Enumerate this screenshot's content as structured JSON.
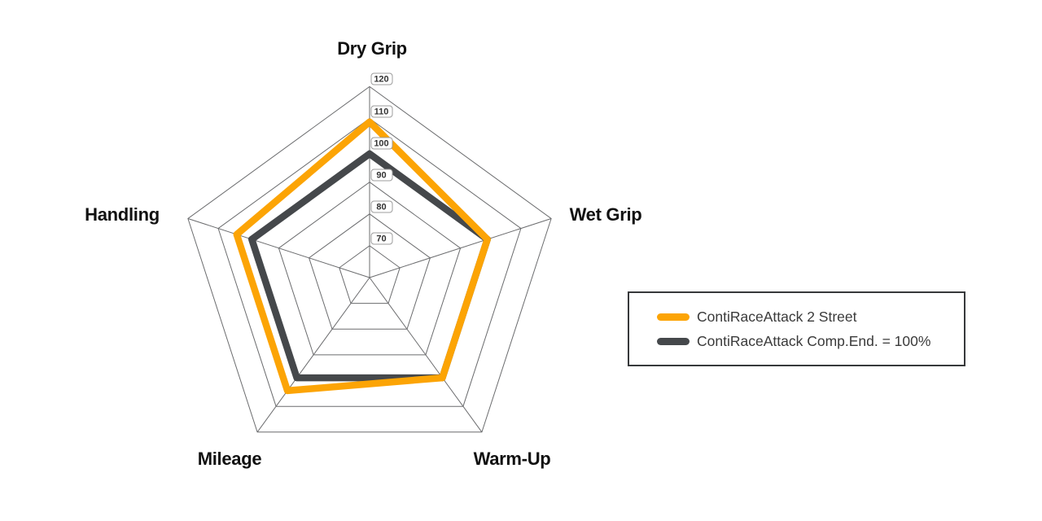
{
  "chart_data": {
    "type": "radar",
    "categories": [
      "Dry Grip",
      "Wet Grip",
      "Warm-Up",
      "Mileage",
      "Handling"
    ],
    "ticks": [
      70,
      80,
      90,
      100,
      110,
      120
    ],
    "axis_range": [
      60,
      120
    ],
    "grid_shape": "pentagon",
    "grid_color": "#6b6c6e",
    "series": [
      {
        "name": "ContiRaceAttack 2 Street",
        "color": "#FCA405",
        "values": [
          110,
          100,
          100,
          105,
          105
        ]
      },
      {
        "name": "ContiRaceAttack Comp.End. = 100%",
        "color": "#45484B",
        "values": [
          100,
          100,
          100,
          100,
          100
        ]
      }
    ],
    "legend_position": "right"
  }
}
